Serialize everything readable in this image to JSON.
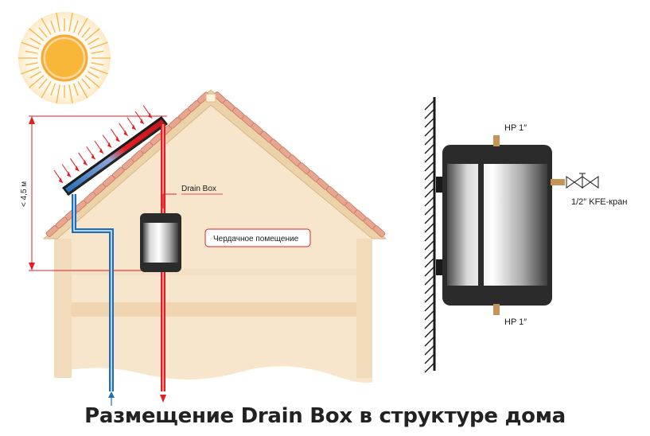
{
  "labels": {
    "height": "< 4,5 м",
    "drain_box": "Drain Box",
    "attic": "Чердачное помещение",
    "port_top": "HP 1″",
    "port_bottom": "HP 1″",
    "valve": "1/2″ KFE-кран"
  },
  "caption": "Размещение Drain Box в структуре дома",
  "colors": {
    "hot": "#e31e24",
    "cold": "#1f6fb8",
    "wall": "#f7e6cc",
    "roof": "#e8a58f",
    "sun": "#f6b54a",
    "tank": "#2b2b2b"
  },
  "icons": [
    "sun-icon",
    "solar-collector-icon",
    "drain-box-tank-icon",
    "ball-valve-icon"
  ]
}
